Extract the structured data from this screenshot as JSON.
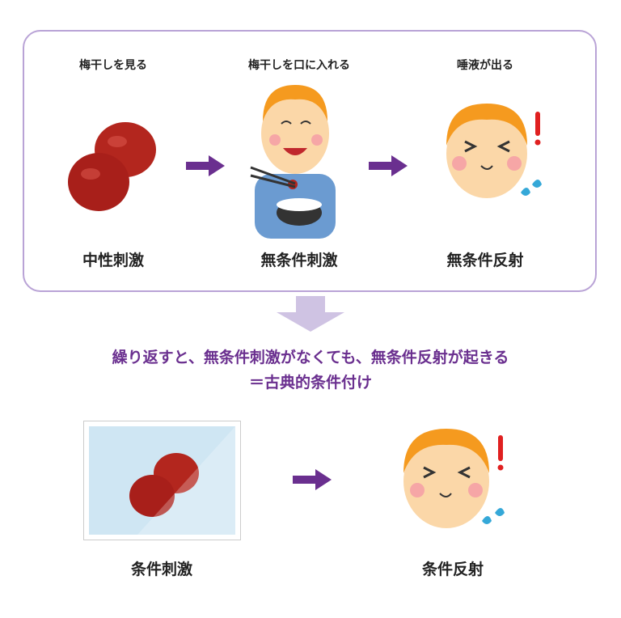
{
  "top_panel": {
    "steps": [
      {
        "caption": "梅干しを見る",
        "label": "中性刺激"
      },
      {
        "caption": "梅干しを口に入れる",
        "label": "無条件刺激"
      },
      {
        "caption": "唾液が出る",
        "label": "無条件反射"
      }
    ]
  },
  "conclusion": {
    "line1": "繰り返すと、無条件刺激がなくても、無条件反射が起きる",
    "line2": "＝古典的条件付け"
  },
  "bottom_panel": {
    "left_label": "条件刺激",
    "right_label": "条件反射"
  },
  "colors": {
    "accent": "#6a2f8f",
    "border": "#b9a3d6",
    "down_arrow": "#cfc3e3",
    "plum": "#b3261e"
  }
}
